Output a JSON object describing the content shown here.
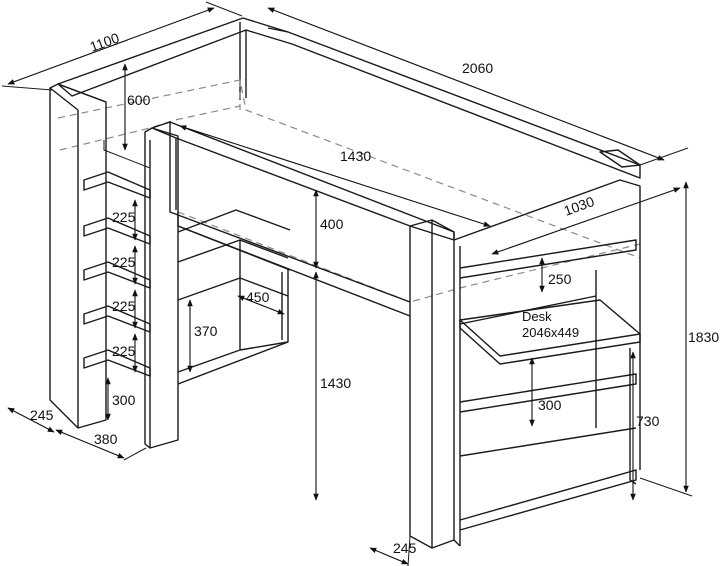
{
  "dimensions": {
    "depth_top": "1100",
    "length_top": "2060",
    "guard_height": "600",
    "desk_span": "1430",
    "beam_height": "400",
    "end_depth": "1030",
    "shelf_gap_1": "225",
    "shelf_gap_2": "225",
    "shelf_gap_3": "225",
    "shelf_gap_4": "225",
    "ladder_bottom_gap": "300",
    "ladder_depth": "245",
    "ladder_width": "380",
    "mid_shelf_depth": "450",
    "mid_shelf_height": "370",
    "under_bed_height": "1430",
    "right_top_gap": "250",
    "right_mid_gap": "300",
    "desk_height": "730",
    "total_height": "1830",
    "right_post_depth": "245"
  },
  "desk": {
    "name": "Desk",
    "size": "2046x449"
  }
}
